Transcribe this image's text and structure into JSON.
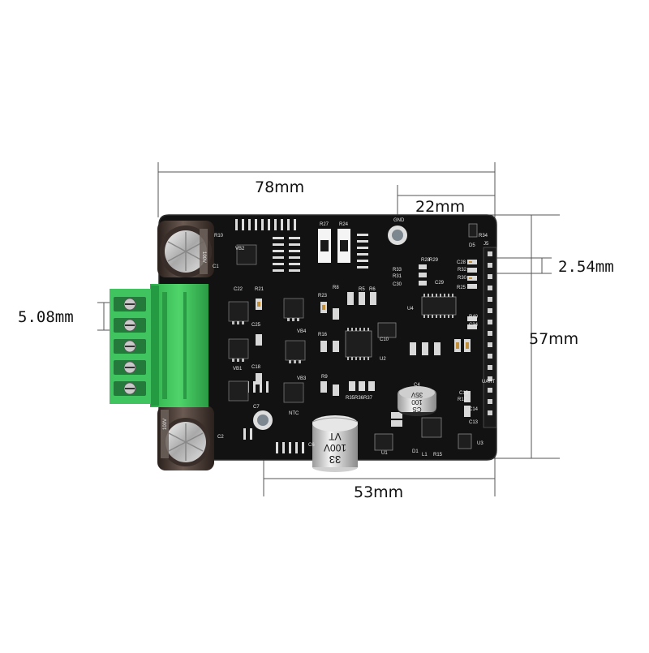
{
  "dimensions": {
    "width_total": "78mm",
    "width_offset": "22mm",
    "pin_pitch": "2.54mm",
    "height_total": "57mm",
    "width_lower": "53mm",
    "terminal_pitch": "5.08mm"
  },
  "silkscreen": {
    "gnd": "GND",
    "ntc": "NTC",
    "uart": "UART",
    "u1": "U1",
    "u2": "U2",
    "u3": "U3",
    "u4": "U4",
    "r10": "R10",
    "r21": "R21",
    "r23": "R23",
    "r16": "R16",
    "r9": "R9",
    "r27": "R27",
    "r24": "R24",
    "r8": "R8",
    "r5": "R5",
    "r6": "R6",
    "r33": "R33",
    "r31": "R31",
    "r28": "R28",
    "r29": "R29",
    "r34": "R34",
    "r32": "R32",
    "r30": "R30",
    "r25": "R25",
    "r40": "R40",
    "r15": "R15",
    "r12": "R12",
    "c22": "C22",
    "c25": "C25",
    "c18": "C18",
    "c7": "C7",
    "c2": "C2",
    "c1": "C1",
    "c4": "C4",
    "c15": "C15",
    "c14": "C14",
    "c13": "C13",
    "c30": "C30",
    "c29": "C29",
    "c28": "C28",
    "c34": "C34",
    "c10": "C10",
    "c6": "C6",
    "vb1": "VB1",
    "vb2": "VB2",
    "vb3": "VB3",
    "vb4": "VB4",
    "q1": "D1",
    "d5": "D5",
    "l1": "L1",
    "j5": "J5",
    "r35": "R35R36R37",
    "cap_big": [
      "33",
      "100V",
      "VT"
    ],
    "cap_small": [
      "CS",
      "100",
      "35V"
    ],
    "cap_left_top": "100V",
    "cap_left_bot": "100V"
  },
  "colors": {
    "pcb": "#131313",
    "terminal": "#3cc45a",
    "terminal_dark": "#2a9a44",
    "capacitor": "#4a3a34",
    "aluminum": "#cfcfcf",
    "dimension_line": "#555555"
  }
}
